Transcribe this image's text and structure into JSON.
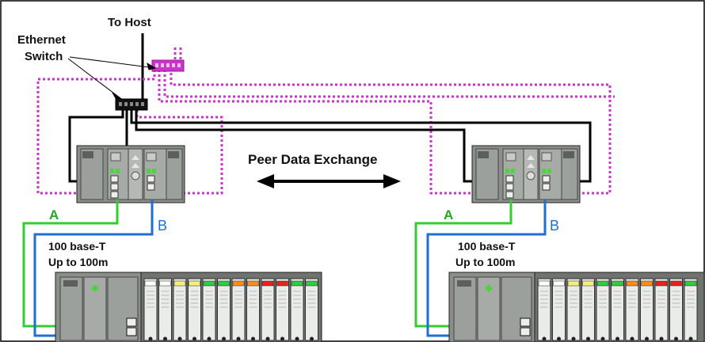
{
  "labels": {
    "to_host": "To Host",
    "ethernet_switch_line1": "Ethernet",
    "ethernet_switch_line2": "Switch",
    "peer_data_exchange": "Peer Data Exchange"
  },
  "left_system": {
    "cable_a": "A",
    "cable_b": "B",
    "spec_line1": "100 base-T",
    "spec_line2": "Up to 100m"
  },
  "right_system": {
    "cable_a": "A",
    "cable_b": "B",
    "spec_line1": "100 base-T",
    "spec_line2": "Up to 100m"
  },
  "colors": {
    "network_primary": "#000000",
    "network_redundant": "#cc33cc",
    "cable_a": "#33cc33",
    "cable_b": "#1f6fd6",
    "controller_gray": "#8a8f8a",
    "io_module_tops": [
      "#ffffff",
      "#ffffff",
      "#f4f17a",
      "#f4f17a",
      "#2ecc40",
      "#2ecc40",
      "#ff8c1a",
      "#ff8c1a",
      "#e82020",
      "#e82020",
      "#2ecc40",
      "#2ecc40"
    ]
  }
}
